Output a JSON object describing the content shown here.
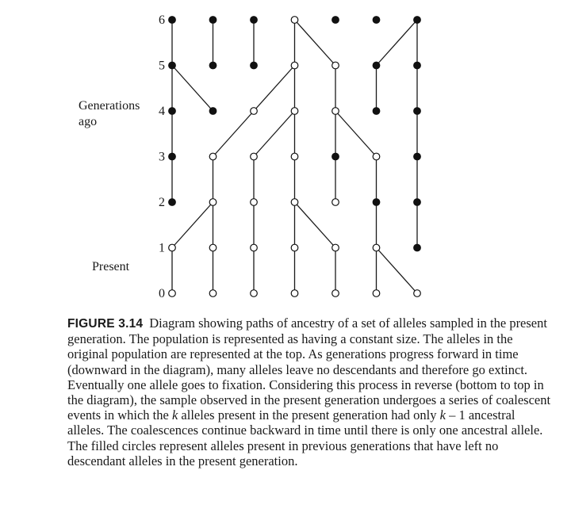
{
  "figure": {
    "y_label_line1": "Generations",
    "y_label_line2": "ago",
    "present_label": "Present",
    "generation_ticks": [
      "0",
      "1",
      "2",
      "3",
      "4",
      "5",
      "6"
    ],
    "columns": 7,
    "nodes": [
      {
        "col": 0,
        "gen": 0,
        "filled": false
      },
      {
        "col": 1,
        "gen": 0,
        "filled": false
      },
      {
        "col": 2,
        "gen": 0,
        "filled": false
      },
      {
        "col": 3,
        "gen": 0,
        "filled": false
      },
      {
        "col": 4,
        "gen": 0,
        "filled": false
      },
      {
        "col": 5,
        "gen": 0,
        "filled": false
      },
      {
        "col": 6,
        "gen": 0,
        "filled": false
      },
      {
        "col": 0,
        "gen": 1,
        "filled": false
      },
      {
        "col": 1,
        "gen": 1,
        "filled": false
      },
      {
        "col": 2,
        "gen": 1,
        "filled": false
      },
      {
        "col": 3,
        "gen": 1,
        "filled": false
      },
      {
        "col": 4,
        "gen": 1,
        "filled": false
      },
      {
        "col": 5,
        "gen": 1,
        "filled": false
      },
      {
        "col": 6,
        "gen": 1,
        "filled": true
      },
      {
        "col": 0,
        "gen": 2,
        "filled": true
      },
      {
        "col": 1,
        "gen": 2,
        "filled": false
      },
      {
        "col": 2,
        "gen": 2,
        "filled": false
      },
      {
        "col": 3,
        "gen": 2,
        "filled": false
      },
      {
        "col": 4,
        "gen": 2,
        "filled": false
      },
      {
        "col": 5,
        "gen": 2,
        "filled": true
      },
      {
        "col": 6,
        "gen": 2,
        "filled": true
      },
      {
        "col": 0,
        "gen": 3,
        "filled": true
      },
      {
        "col": 1,
        "gen": 3,
        "filled": false
      },
      {
        "col": 2,
        "gen": 3,
        "filled": false
      },
      {
        "col": 3,
        "gen": 3,
        "filled": false
      },
      {
        "col": 4,
        "gen": 3,
        "filled": true
      },
      {
        "col": 5,
        "gen": 3,
        "filled": false
      },
      {
        "col": 6,
        "gen": 3,
        "filled": true
      },
      {
        "col": 0,
        "gen": 4,
        "filled": true
      },
      {
        "col": 1,
        "gen": 4,
        "filled": true
      },
      {
        "col": 2,
        "gen": 4,
        "filled": false
      },
      {
        "col": 3,
        "gen": 4,
        "filled": false
      },
      {
        "col": 4,
        "gen": 4,
        "filled": false
      },
      {
        "col": 5,
        "gen": 4,
        "filled": true
      },
      {
        "col": 6,
        "gen": 4,
        "filled": true
      },
      {
        "col": 0,
        "gen": 5,
        "filled": true
      },
      {
        "col": 1,
        "gen": 5,
        "filled": true
      },
      {
        "col": 2,
        "gen": 5,
        "filled": true
      },
      {
        "col": 3,
        "gen": 5,
        "filled": false
      },
      {
        "col": 4,
        "gen": 5,
        "filled": false
      },
      {
        "col": 5,
        "gen": 5,
        "filled": true
      },
      {
        "col": 6,
        "gen": 5,
        "filled": true
      },
      {
        "col": 0,
        "gen": 6,
        "filled": true
      },
      {
        "col": 1,
        "gen": 6,
        "filled": true
      },
      {
        "col": 2,
        "gen": 6,
        "filled": true
      },
      {
        "col": 3,
        "gen": 6,
        "filled": false
      },
      {
        "col": 4,
        "gen": 6,
        "filled": true
      },
      {
        "col": 5,
        "gen": 6,
        "filled": true
      },
      {
        "col": 6,
        "gen": 6,
        "filled": true
      }
    ],
    "edges": [
      {
        "from": [
          0,
          6
        ],
        "to": [
          0,
          5
        ]
      },
      {
        "from": [
          1,
          6
        ],
        "to": [
          1,
          5
        ]
      },
      {
        "from": [
          2,
          6
        ],
        "to": [
          2,
          5
        ]
      },
      {
        "from": [
          3,
          6
        ],
        "to": [
          3,
          5
        ]
      },
      {
        "from": [
          3,
          6
        ],
        "to": [
          4,
          5
        ]
      },
      {
        "from": [
          6,
          6
        ],
        "to": [
          5,
          5
        ]
      },
      {
        "from": [
          6,
          6
        ],
        "to": [
          6,
          5
        ]
      },
      {
        "from": [
          0,
          5
        ],
        "to": [
          0,
          4
        ]
      },
      {
        "from": [
          0,
          5
        ],
        "to": [
          1,
          4
        ]
      },
      {
        "from": [
          3,
          5
        ],
        "to": [
          2,
          4
        ]
      },
      {
        "from": [
          3,
          5
        ],
        "to": [
          3,
          4
        ]
      },
      {
        "from": [
          4,
          5
        ],
        "to": [
          4,
          4
        ]
      },
      {
        "from": [
          5,
          5
        ],
        "to": [
          5,
          4
        ]
      },
      {
        "from": [
          6,
          5
        ],
        "to": [
          6,
          4
        ]
      },
      {
        "from": [
          0,
          4
        ],
        "to": [
          0,
          3
        ]
      },
      {
        "from": [
          2,
          4
        ],
        "to": [
          1,
          3
        ]
      },
      {
        "from": [
          3,
          4
        ],
        "to": [
          2,
          3
        ]
      },
      {
        "from": [
          3,
          4
        ],
        "to": [
          3,
          3
        ]
      },
      {
        "from": [
          4,
          4
        ],
        "to": [
          4,
          3
        ]
      },
      {
        "from": [
          4,
          4
        ],
        "to": [
          5,
          3
        ]
      },
      {
        "from": [
          6,
          4
        ],
        "to": [
          6,
          3
        ]
      },
      {
        "from": [
          0,
          3
        ],
        "to": [
          0,
          2
        ]
      },
      {
        "from": [
          1,
          3
        ],
        "to": [
          1,
          2
        ]
      },
      {
        "from": [
          2,
          3
        ],
        "to": [
          2,
          2
        ]
      },
      {
        "from": [
          3,
          3
        ],
        "to": [
          3,
          2
        ]
      },
      {
        "from": [
          4,
          3
        ],
        "to": [
          4,
          2
        ]
      },
      {
        "from": [
          5,
          3
        ],
        "to": [
          5,
          2
        ]
      },
      {
        "from": [
          6,
          3
        ],
        "to": [
          6,
          2
        ]
      },
      {
        "from": [
          1,
          2
        ],
        "to": [
          0,
          1
        ]
      },
      {
        "from": [
          1,
          2
        ],
        "to": [
          1,
          1
        ]
      },
      {
        "from": [
          2,
          2
        ],
        "to": [
          2,
          1
        ]
      },
      {
        "from": [
          3,
          2
        ],
        "to": [
          3,
          1
        ]
      },
      {
        "from": [
          3,
          2
        ],
        "to": [
          4,
          1
        ]
      },
      {
        "from": [
          5,
          2
        ],
        "to": [
          5,
          1
        ]
      },
      {
        "from": [
          6,
          2
        ],
        "to": [
          6,
          1
        ]
      },
      {
        "from": [
          0,
          1
        ],
        "to": [
          0,
          0
        ]
      },
      {
        "from": [
          1,
          1
        ],
        "to": [
          1,
          0
        ]
      },
      {
        "from": [
          2,
          1
        ],
        "to": [
          2,
          0
        ]
      },
      {
        "from": [
          3,
          1
        ],
        "to": [
          3,
          0
        ]
      },
      {
        "from": [
          4,
          1
        ],
        "to": [
          4,
          0
        ]
      },
      {
        "from": [
          5,
          1
        ],
        "to": [
          5,
          0
        ]
      },
      {
        "from": [
          5,
          1
        ],
        "to": [
          6,
          0
        ]
      }
    ]
  },
  "caption": {
    "label": "FIGURE 3.14",
    "text_1": "Diagram showing paths of ancestry of a set of alleles sampled in the present generation. The population is represented as having a constant size. The alleles in the original population are represented at the top. As generations progress forward in time (downward in the diagram), many alleles leave no descendants and therefore go extinct. Eventually one allele goes to fixation. Considering this process in reverse (bottom to top in the diagram), the sample observed in the present generation undergoes a series of coalescent events in which the ",
    "k1": "k",
    "text_2": " alleles present in the present generation had only ",
    "k2": "k",
    "text_3": " – 1 ancestral alleles. The coalescences continue backward in time until there is only one ancestral allele. The filled circles represent alleles present in previous generations that have left no descendant alleles in the present generation."
  }
}
